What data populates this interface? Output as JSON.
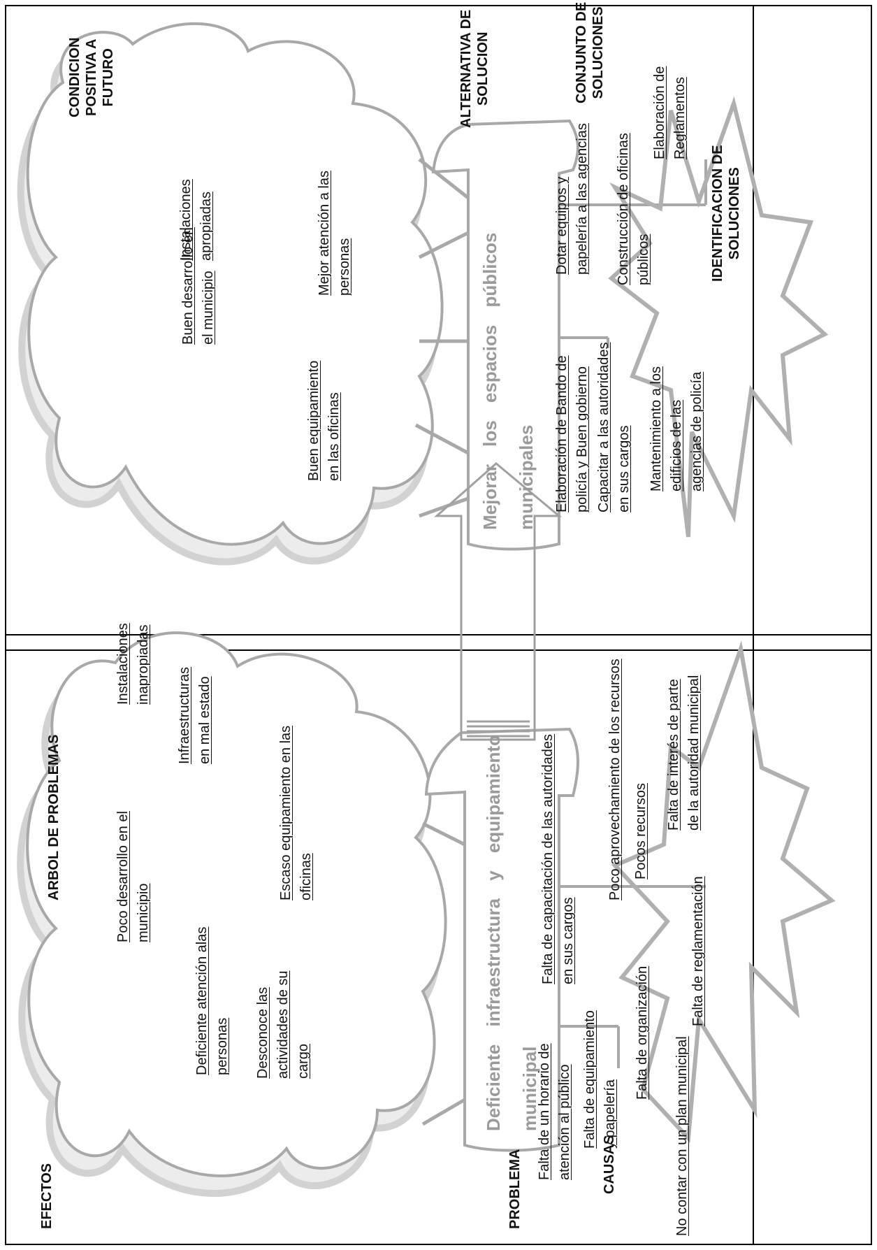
{
  "problem_tree": {
    "title": "ARBOL DE PROBLEMAS",
    "efectos_label": "EFECTOS",
    "problema_label": "PROBLEMA",
    "causas_label": "CAUSAS",
    "problem_banner": [
      "Deficiente infraestructura y equipamiento",
      "municipal"
    ],
    "effects": {
      "e1": [
        "Poco desarrollo en el",
        "municipio"
      ],
      "e2": [
        "Instalaciones",
        "inapropiadas"
      ],
      "e3": [
        "Deficiente atención alas",
        "personas"
      ],
      "e4": [
        "Infraestructuras",
        "en mal estado"
      ],
      "e5": [
        "Desconoce las",
        "actividades de su",
        "cargo"
      ],
      "e6": [
        "Escaso equipamiento en las",
        "oficinas"
      ]
    },
    "causes": {
      "c1": [
        "Falta de un horario de",
        "atención al  público"
      ],
      "c2": [
        "Falta de capacitación de las autoridades",
        "en sus cargos"
      ],
      "c3": [
        "Falta de equipamiento",
        "y papelería"
      ],
      "c4": [
        "Poco aprovechamiento de los recursos"
      ],
      "c5": [
        "Pocos recursos"
      ],
      "c6": [
        "Falta de organización"
      ],
      "c7": [
        "Falta de interés de parte",
        "de la autoridad municipal"
      ],
      "c8": [
        "Falta de reglamentación"
      ],
      "c9": [
        "No contar con un plan municipal"
      ]
    }
  },
  "solution_tree": {
    "future_label": [
      "CONDICION",
      "POSITIVA A",
      "FUTURO"
    ],
    "alternativa_label": [
      "ALTERNATIVA DE",
      "SOLUCION"
    ],
    "conjunto_label": [
      "CONJUNTO DE",
      "SOLUCIONES"
    ],
    "identificacion_label": [
      "IDENTIFICACION DE",
      "SOLUCIONES"
    ],
    "solution_banner": [
      "Mejorar los espacios públicos",
      "municipales"
    ],
    "outcomes": {
      "o1": [
        "Buen desarrollo en",
        "el municipio"
      ],
      "o2": [
        "Instalaciones",
        "apropiadas"
      ],
      "o3": [
        "Buen equipamiento",
        "en las oficinas"
      ],
      "o4": [
        "Mejor atención a las",
        "personas"
      ]
    },
    "solutions": {
      "s1": [
        "Elaboración de Bando de",
        "policía y Buen gobierno"
      ],
      "s2": [
        "Capacitar a las autoridades",
        "en sus cargos"
      ],
      "s3": [
        "Dotar equipos y",
        "papelería a las agencias"
      ],
      "s4": [
        "Mantenimiento a los",
        "edificios de las",
        "agencias de policía"
      ],
      "s5": [
        "Construcción de oficinas",
        "públicos"
      ],
      "s6": [
        "Elaboración de",
        "Reglamentos"
      ]
    }
  },
  "colors": {
    "cloud_stroke": "#a8a8a8",
    "cloud_shadow": "#d2d2d2",
    "banner_text": "#9a9a9a",
    "border": "#000000"
  }
}
